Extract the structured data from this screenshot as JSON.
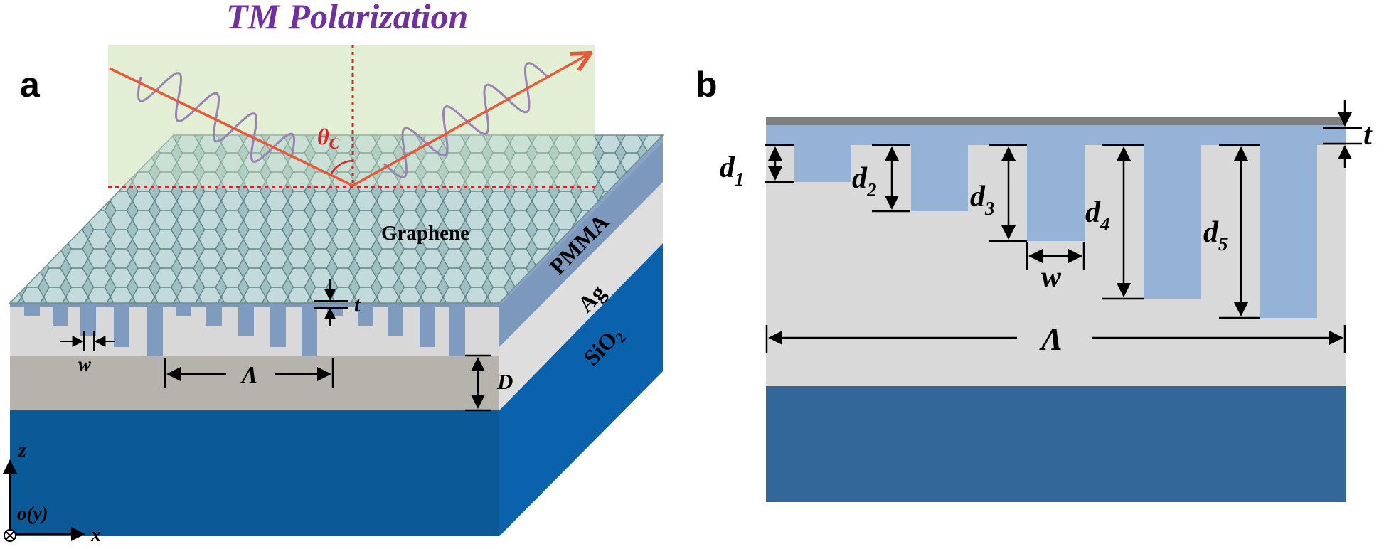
{
  "title": "TM Polarization",
  "panels": {
    "a": "a",
    "b": "b"
  },
  "panel_a": {
    "angle_label": "θ",
    "angle_sub": "C",
    "layers": {
      "graphene": "Graphene",
      "pmma": "PMMA",
      "ag": "Ag",
      "sio2_base": "SiO",
      "sio2_sub": "2"
    },
    "dims": {
      "t": "t",
      "w": "w",
      "period": "Λ",
      "D": "D"
    },
    "axes": {
      "z": "z",
      "origin": "o(y)",
      "x": "x"
    }
  },
  "panel_b": {
    "depths": [
      {
        "base": "d",
        "sub": "1"
      },
      {
        "base": "d",
        "sub": "2"
      },
      {
        "base": "d",
        "sub": "3"
      },
      {
        "base": "d",
        "sub": "4"
      },
      {
        "base": "d",
        "sub": "5"
      }
    ],
    "t": "t",
    "w": "w",
    "period": "Λ"
  },
  "colors": {
    "title": "#7030a0",
    "beam": "#e8593a",
    "wave": "#9a82b4",
    "angle": "#e02020",
    "graphene_hex": "#b9d3d6",
    "pmma": "#7f9bbf",
    "ag": "#dcdcdc",
    "sio2": "#0a5fa8",
    "groove_fill": "#93b3dc",
    "silver_b": "#d9d9d9",
    "substrate_b": "#336699"
  }
}
